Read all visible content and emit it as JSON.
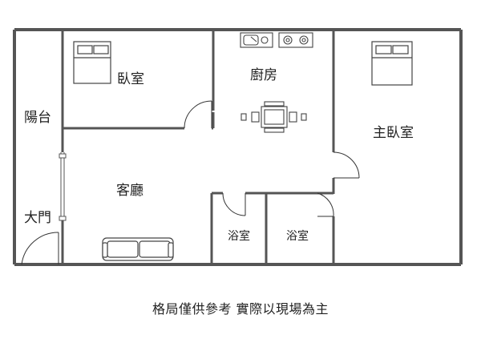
{
  "rooms": {
    "balcony": "陽台",
    "front_door": "大門",
    "bedroom": "臥室",
    "kitchen": "廚房",
    "master_bedroom": "主臥室",
    "living_room": "客廳",
    "bathroom_1": "浴室",
    "bathroom_2": "浴室"
  },
  "caption": "格局僅供參考  實際以現場為主",
  "colors": {
    "wall": "#555555",
    "line": "#333333",
    "background": "#ffffff"
  }
}
